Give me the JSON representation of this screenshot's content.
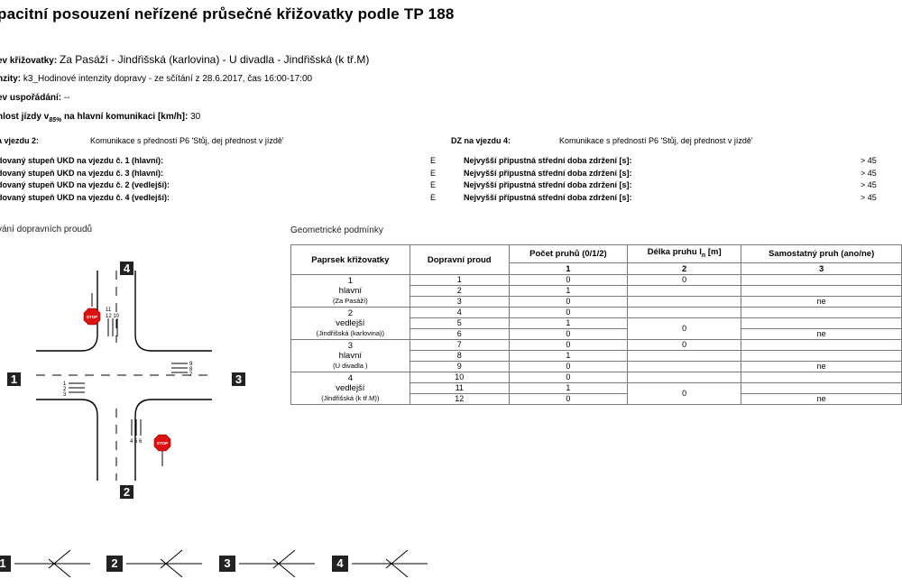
{
  "title": "pacitní posouzení neřízené průsečné křižovatky podle TP 188",
  "fields": {
    "name_label": "ev křižovatky:",
    "name_value": "Za Pasáží - Jindřišská (karlovina) - U divadla - Jindřišská (k tř.M)",
    "intensity_label": "nzity:",
    "intensity_value": "k3_Hodinové intenzity dopravy - ze sčítání z 28.6.2017, čas 16:00-17:00",
    "arrangement_label": "ev uspořádání:",
    "arrangement_value": "--",
    "speed_label_pre": "nlost jízdy v",
    "speed_label_sub": "85%",
    "speed_label_post": "na hlavní komunikaci [km/h]:",
    "speed_value": "30"
  },
  "signs": {
    "dz2_label": "a vjezdu 2:",
    "dz2_value": "Komunikace s předností P6 'Stůj, dej přednost v jízdě'",
    "dz4_label": "DZ na vjezdu 4:",
    "dz4_value": "Komunikace s předností P6 'Stůj, dej přednost v jízdě'"
  },
  "ukd_rows": [
    {
      "label": "dovaný stupeň UKD na vjezdu č. 1 (hlavní):",
      "grade": "E",
      "delay_label": "Nejvyšší přípustná střední doba zdržení [s]:",
      "delay_value": "> 45"
    },
    {
      "label": "dovaný stupeň UKD na vjezdu č. 3 (hlavní):",
      "grade": "E",
      "delay_label": "Nejvyšší přípustná střední doba zdržení [s]:",
      "delay_value": "> 45"
    },
    {
      "label": "dovaný stupeň UKD na vjezdu č. 2 (vedlejší):",
      "grade": "E",
      "delay_label": "Nejvyšší přípustná střední doba zdržení [s]:",
      "delay_value": "> 45"
    },
    {
      "label": "dovaný stupeň UKD na vjezdu č. 4 (vedlejší):",
      "grade": "E",
      "delay_label": "Nejvyšší přípustná střední doba zdržení [s]:",
      "delay_value": "> 45"
    }
  ],
  "sections": {
    "flows": "vání dopravních proudů",
    "geometry": "Geometrické podmínky"
  },
  "diagram": {
    "arm_numbers": [
      "1",
      "2",
      "3",
      "4"
    ],
    "flows_arm4": "12 10",
    "flows_arm4_mid": "11",
    "flows_arm3": [
      "9",
      "8",
      "7"
    ],
    "flows_arm1": [
      "1",
      "2",
      "3"
    ],
    "flows_arm2": "4 5 6",
    "stop_sign": "STOP"
  },
  "table": {
    "headers": {
      "arm": "Paprsek křižovatky",
      "flow": "Dopravní proud",
      "lanes": "Počet pruhů (0/1/2)",
      "length_pre": "Délka pruhu l",
      "length_sub": "n",
      "length_post": " [m]",
      "separate": "Samostatný pruh (ano/ne)",
      "col1": "1",
      "col2": "2",
      "col3": "3"
    },
    "arms": [
      {
        "num": "1",
        "type": "hlavní",
        "street": "(Za Pasáží)",
        "flows": [
          "1",
          "2",
          "3"
        ],
        "lanes": [
          "0",
          "1",
          "0"
        ],
        "length": "0",
        "separate": [
          "",
          "",
          "ne"
        ],
        "length_row": 0
      },
      {
        "num": "2",
        "type": "vedlejší",
        "street": "(Jindřišská (karlovina))",
        "flows": [
          "4",
          "5",
          "6"
        ],
        "lanes": [
          "0",
          "1",
          "0"
        ],
        "length": "0",
        "separate": [
          "",
          "",
          "ne"
        ],
        "length_row": 1
      },
      {
        "num": "3",
        "type": "hlavní",
        "street": "(U divadla )",
        "flows": [
          "7",
          "8",
          "9"
        ],
        "lanes": [
          "0",
          "1",
          "0"
        ],
        "length": "0",
        "separate": [
          "",
          "",
          "ne"
        ],
        "length_row": 0
      },
      {
        "num": "4",
        "type": "vedlejší",
        "street": "(Jindřišská (k tř.M))",
        "flows": [
          "10",
          "11",
          "12"
        ],
        "lanes": [
          "0",
          "1",
          "0"
        ],
        "length": "0",
        "separate": [
          "",
          "",
          "ne"
        ],
        "length_row": 1
      }
    ]
  },
  "legend_numbers": [
    "1",
    "2",
    "3",
    "4"
  ]
}
